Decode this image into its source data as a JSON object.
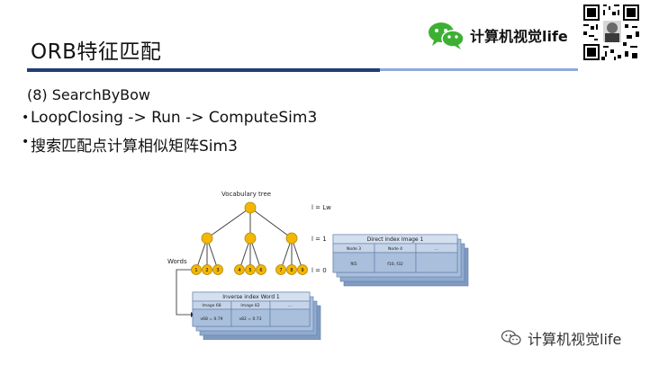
{
  "slide": {
    "title": "ORB特征匹配",
    "subtitle": "(8) SearchByBow",
    "bullets": [
      "LoopClosing -> Run -> ComputeSim3",
      "搜索匹配点计算相似矩阵Sim3"
    ]
  },
  "brand": {
    "name": "计算机视觉life",
    "icon": "wechat-icon"
  },
  "watermark": {
    "text": "计算机视觉life",
    "icon": "wechat-outline-icon"
  },
  "diagram": {
    "vocab_label": "Vocabulary tree",
    "level_labels": [
      "l = Lw",
      "l = 1",
      "l = 0"
    ],
    "words_label": "Words",
    "leaf_numbers": [
      "1",
      "2",
      "3",
      "4",
      "5",
      "6",
      "7",
      "8",
      "9"
    ],
    "direct_index": {
      "title": "Direct index Image 1",
      "headers": [
        "Node 3",
        "Node 4",
        "..."
      ],
      "cells": [
        "f65",
        "f10, f32",
        ""
      ]
    },
    "inverse_index": {
      "title": "Inverse index Word 1",
      "headers": [
        "Image 68",
        "Image 82",
        "..."
      ],
      "cells": [
        "v68 = 0.79",
        "v82 = 0.73",
        ""
      ]
    },
    "colors": {
      "node": "#f2b705",
      "node_stroke": "#b58400",
      "panel_header": "#c5d4e8",
      "panel_cell": "#a9bfdc",
      "panel_back": "#8aa7cc"
    }
  }
}
